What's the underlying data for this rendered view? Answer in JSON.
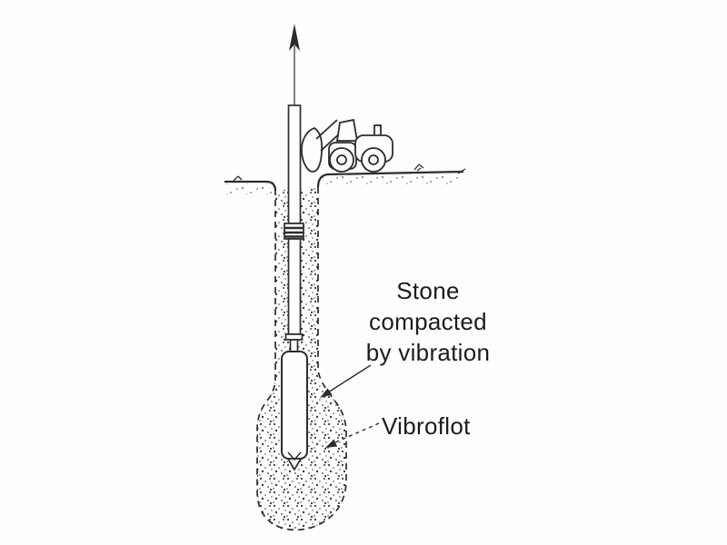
{
  "figure": {
    "labels": {
      "stone": {
        "line1": "Stone",
        "line2": "compacted",
        "line3": "by vibration"
      },
      "vibroflot": "Vibroflot"
    },
    "colors": {
      "ink": "#2e2c2a",
      "paper": "#fdfdfc",
      "text": "#1c1c1c"
    }
  }
}
